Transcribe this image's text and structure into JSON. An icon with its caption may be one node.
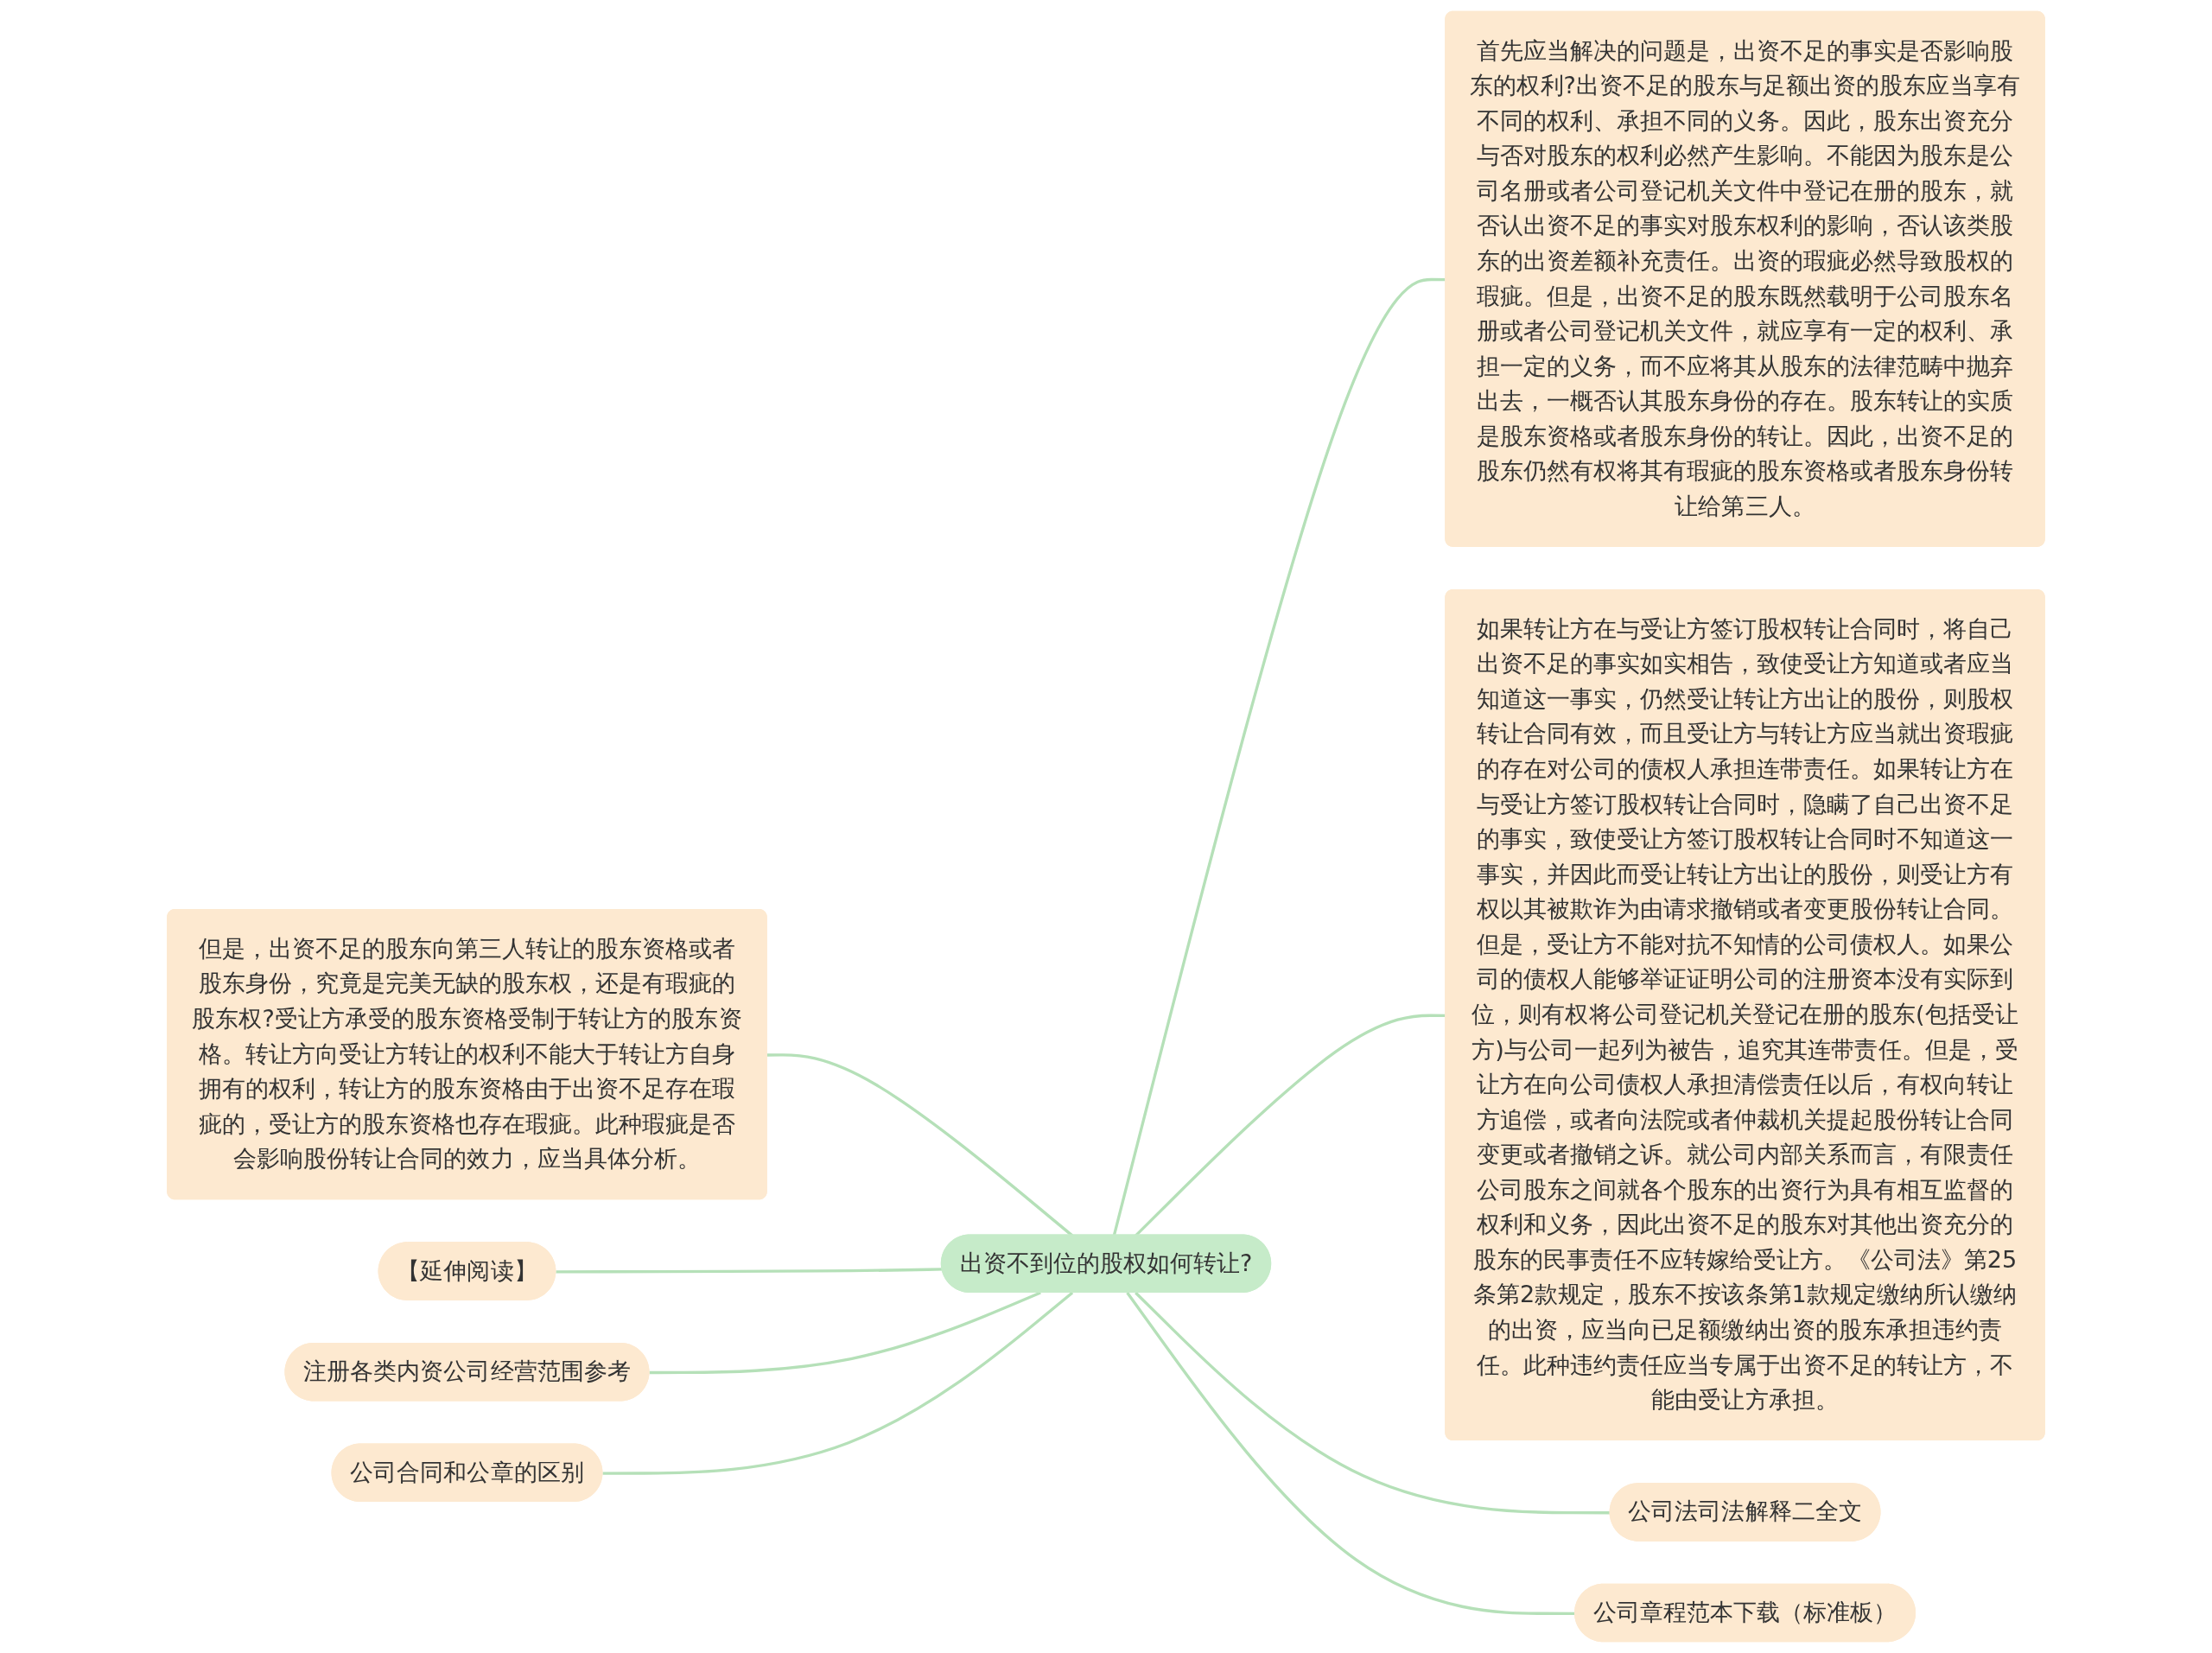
{
  "diagram": {
    "nodes": [
      {
        "text": [
          "出资不到位的股权如何转让?"
        ]
      },
      {
        "text": [
          "但是，出资不足的股东向第三人转让的股东资格或者股东身份，究竟是完美无缺的股东权，还是有瑕疵的股东权?受让方承受的股东资格受制于转让方的股东资格。转让方向受让方转让的权利不能大于转让方自身拥有的权利，转让方的股东资格由于出资不足存在瑕疵的，受让方的股东资格也存在瑕疵。此种瑕疵是否会影响股份转让合同的效力，应当具体分析。"
        ]
      },
      {
        "text": [
          "【延伸阅读】"
        ]
      },
      {
        "text": [
          "注册各类内资公司经营范围参考"
        ]
      },
      {
        "text": [
          "公司合同和公章的区别"
        ]
      },
      {
        "text": [
          "首先应当解决的问题是，出资不足的事实是否影响股东的权利?出资不足的股东与足额出资的股东应当享有不同的权利、承担不同的义务。因此，股东出资充分与否对股东的权利必然产生影响。不能因为股东是公司名册或者公司登记机关文件中登记在册的股东，就否认出资不足的事实对股东权利的影响，否认该类股东的出资差额补充责任。出资的瑕疵必然导致股权的瑕疵。但是，出资不足的股东既然载明于公司股东名册或者公司登记机关文件，就应享有一定的权利、承担一定的义务，而不应将其从股东的法律范畴中抛弃出去，一概否认其股东身份的存在。股东转让的实质是股东资格或者股东身份的转让。因此，出资不足的股东仍然有权将其有瑕疵的股东资格或者股东身份转让给第三人。"
        ]
      },
      {
        "text": [
          "如果转让方在与受让方签订股权转让合同时，将自己出资不足的事实如实相告，致使受让方知道或者应当知道这一事实，仍然受让转让方出让的股份，则股权转让合同有效，而且受让方与转让方应当就出资瑕疵的存在对公司的债权人承担连带责任。如果转让方在与受让方签订股权转让合同时，隐瞒了自己出资不足的事实，致使受让方签订股权转让合同时不知道这一事实，并因此而受让转让方出让的股份，则受让方有权以其被欺诈为由请求撤销或者变更股份转让合同。但是，受让方不能对抗不知情的公司债权人。如果公司的债权人能够举证证明公司的注册资本没有实际到位，则有权将公司登记机关登记在册的股东(包括受让方)与公司一起列为被告，追究其连带责任。但是，受让方在向公司债权人承担清偿责任以后，有权向转让方追偿，或者向法院或者仲裁机关提起股份转让合同变更或者撤销之诉。就公司内部关系而言，有限责任公司股东之间就各个股东的出资行为具有相互监督的权利和义务，因此出资不足的股东对其他出资充分的股东的民事责任不应转嫁给受让方。《公司法》第25条第2款规定，股东不按该条第1款规定缴纳所认缴纳的出资，应当向已足额缴纳出资的股东承担违约责任。此种违约责任应当专属于出资不足的转让方，不能由受让方承担。"
        ]
      },
      {
        "text": [
          "公司法司法解释二全文"
        ]
      },
      {
        "text": [
          "公司章程范本下载（标准板）"
        ]
      }
    ],
    "edges": [
      {
        "from": 0,
        "to": 1,
        "arrow": "none"
      },
      {
        "from": 0,
        "to": 2,
        "arrow": "none"
      },
      {
        "from": 0,
        "to": 3,
        "arrow": "none"
      },
      {
        "from": 0,
        "to": 4,
        "arrow": "none"
      },
      {
        "from": 0,
        "to": 5,
        "arrow": "none"
      },
      {
        "from": 0,
        "to": 6,
        "arrow": "none"
      },
      {
        "from": 0,
        "to": 7,
        "arrow": "none"
      },
      {
        "from": 0,
        "to": 8,
        "arrow": "none"
      }
    ]
  }
}
